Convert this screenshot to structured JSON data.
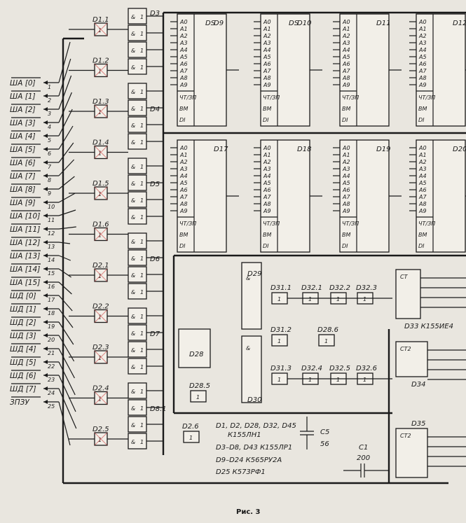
{
  "left_signals": [
    "ША [0]",
    "ША [1]",
    "ША [2]",
    "ША [3]",
    "ША [4]",
    "ША [5]",
    "ША [6]",
    "ША [7]",
    "ША [8]",
    "ША [9]",
    "ША [10]",
    "ША [11]",
    "ША [12]",
    "ША [13]",
    "ША [14]",
    "ША [15]",
    "ШД [0]",
    "ШД [1]",
    "ШД [2]",
    "ШД [3]",
    "ШД [4]",
    "ШД [5]",
    "ШД [6]",
    "ШД [7]",
    "ЗПЗУ"
  ],
  "pin_numbers": [
    "1",
    "2",
    "3",
    "4",
    "5",
    "6",
    "7",
    "8",
    "9",
    "10",
    "11",
    "12",
    "13",
    "14",
    "15",
    "16",
    "17",
    "18",
    "19",
    "20",
    "21",
    "22",
    "23",
    "24",
    "25"
  ],
  "inverter_labels": [
    "D1.1",
    "D1.2",
    "D1.3",
    "D1.4",
    "D1.5",
    "D1.6",
    "D2.1",
    "D2.2",
    "D2.3",
    "D2.4",
    "D2.5"
  ],
  "nand_labels": [
    "D3",
    "D4",
    "D5",
    "D6",
    "D7",
    "D8.1"
  ],
  "memory_labels": [
    "D9",
    "D10",
    "D11",
    "D12",
    "D17",
    "D18",
    "D19",
    "D20"
  ],
  "memory_header": "DS",
  "address_pins": [
    "A0",
    "A1",
    "A2",
    "A3",
    "A4",
    "A5",
    "A6",
    "A7",
    "A8",
    "A9"
  ],
  "control_pins": [
    "ЧТ/ЗП",
    "ВМ",
    "DI"
  ],
  "logic_labels": [
    "D29",
    "D30",
    "D28",
    "D28.5",
    "D31.1",
    "D31.2",
    "D31.3",
    "D32.1",
    "D32.2",
    "D32.3",
    "D32.4",
    "D32.5",
    "D32.6",
    "D28.6",
    "D2.6"
  ],
  "counter_labels": [
    "D33  К155ИЕ4",
    "D34",
    "D35"
  ],
  "counter_pins": [
    "CT",
    "CT2",
    "CT2"
  ],
  "parts_list": [
    "D1, D2, D28, D32, D45",
    "К155ЛН1",
    "D3–D8, D43  К155ЛР1",
    "D9–D24  К565РУ2А",
    "D25   К573РФ1"
  ],
  "components": {
    "c5_label": "C5",
    "c5_value": "56",
    "c1_label": "C1",
    "c1_value": "200"
  },
  "caption": "Рис. 3"
}
